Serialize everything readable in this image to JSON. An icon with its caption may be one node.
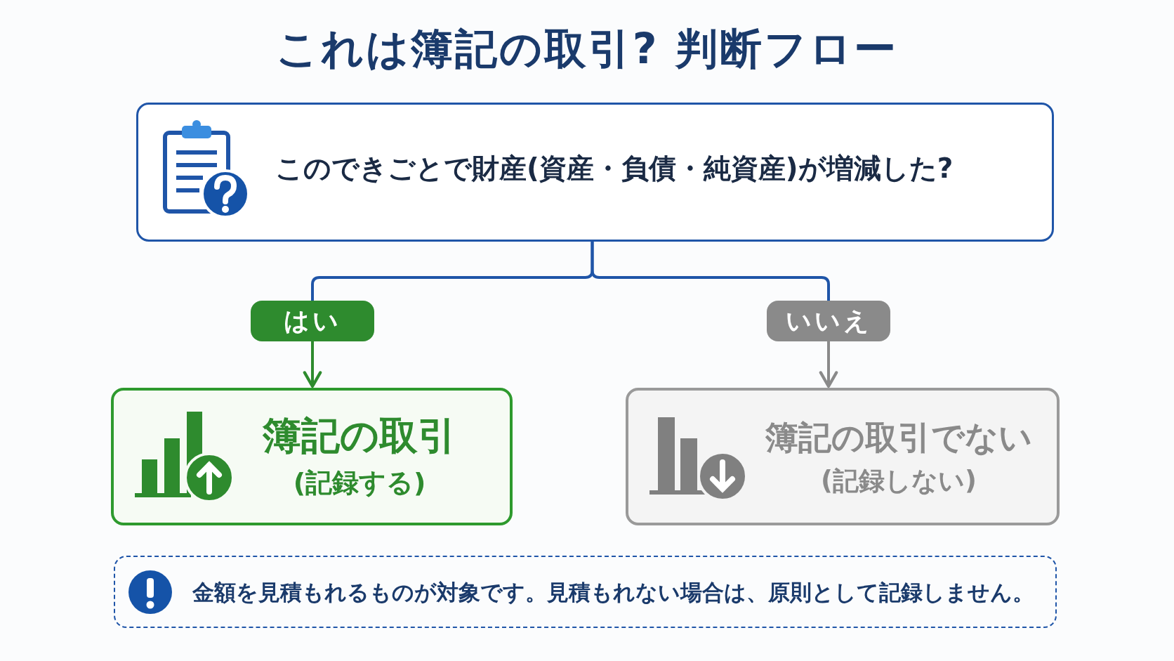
{
  "diagram": {
    "title": "これは簿記の取引? 判断フロー",
    "nodes": [
      {
        "text": [
          "このできごとで財産(資産・負債・純資産)が増減した?"
        ]
      },
      {
        "text": [
          "簿記の取引",
          "(記録する)"
        ]
      },
      {
        "text": [
          "簿記の取引でない",
          "(記録しない)"
        ]
      },
      {
        "text": [
          "金額を見積もれるものが対象です。見積もれない場合は、原則として記録しません。"
        ]
      }
    ],
    "edges": [
      {
        "from": 0,
        "to": 1,
        "arrow": "to",
        "label": "はい",
        "color": "#2e8b2e"
      },
      {
        "from": 0,
        "to": 2,
        "arrow": "to",
        "label": "いいえ",
        "color": "#8a8a8a"
      }
    ]
  }
}
